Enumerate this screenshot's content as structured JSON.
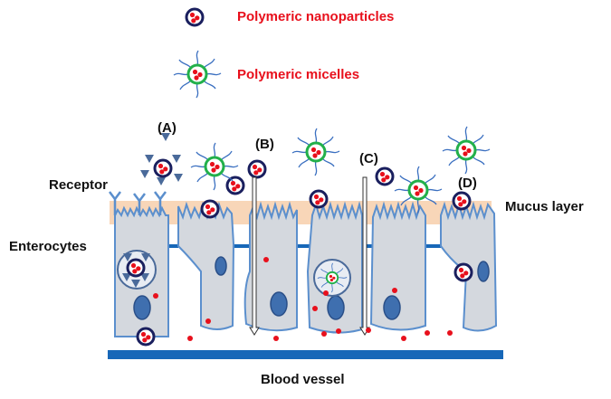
{
  "legend": {
    "nanoparticles": "Polymeric nanoparticles",
    "micelles": "Polymeric micelles"
  },
  "labels": {
    "receptor": "Receptor",
    "enterocytes": "Enterocytes",
    "mucus": "Mucus layer",
    "blood": "Blood vessel"
  },
  "pathways": {
    "a": "(A)",
    "b": "(B)",
    "c": "(C)",
    "d": "(D)"
  },
  "colors": {
    "legend_text": "#e8101c",
    "mucus": "#f8d6b8",
    "cell_fill": "#d4d8de",
    "cell_stroke": "#5b8fcd",
    "nucleus": "#3f6faf",
    "blood_vessel": "#1767b8",
    "particle_ring": "#1a1f5e",
    "micelle_ring": "#22b04a",
    "drug_dot": "#e8101c"
  },
  "icons": [
    "nanoparticle-icon",
    "micelle-icon",
    "receptor-icon",
    "arrow-icon"
  ]
}
